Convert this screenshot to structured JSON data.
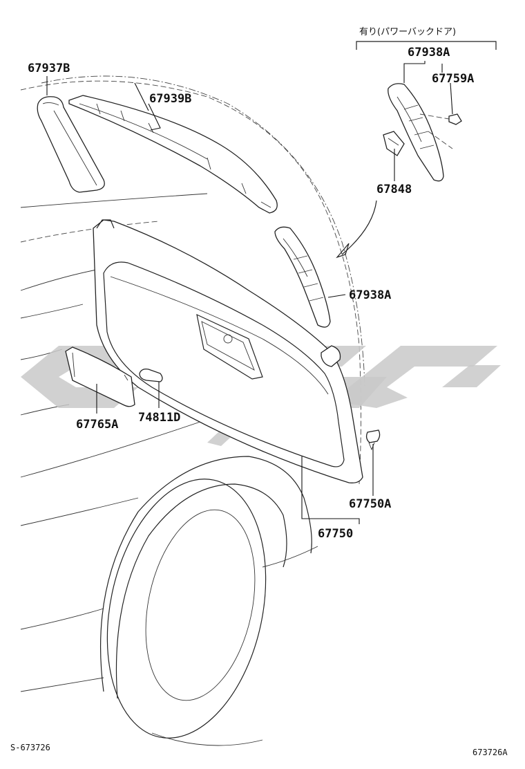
{
  "labels": {
    "p67937B": "67937B",
    "p67939B": "67939B",
    "p67938A_top": "67938A",
    "p67759A": "67759A",
    "p67848": "67848",
    "p67938A": "67938A",
    "p67765A": "67765A",
    "p74811D": "74811D",
    "p67750A": "67750A",
    "p67750": "67750"
  },
  "note_power_back_door": "有り(パワーバックドア)",
  "footer": {
    "left_code": "S-673726",
    "right_code": "673726A"
  }
}
